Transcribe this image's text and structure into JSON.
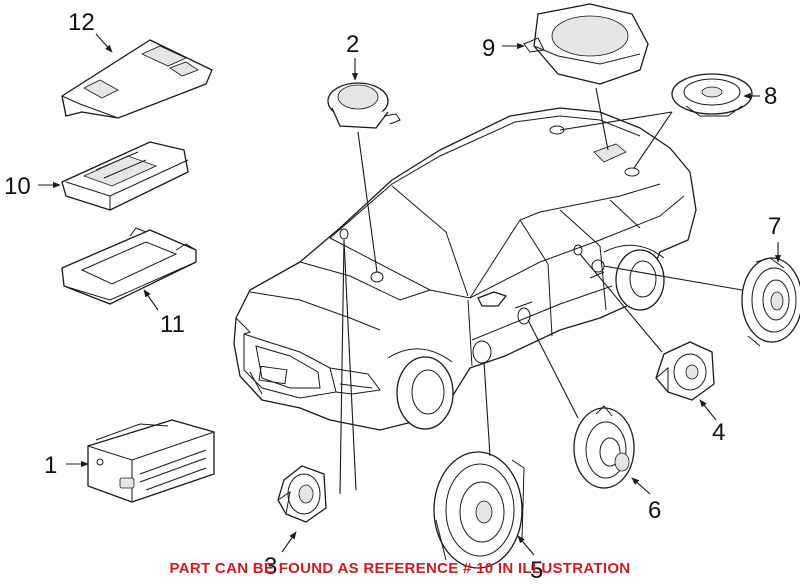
{
  "callouts": {
    "c1": "1",
    "c2": "2",
    "c3": "3",
    "c4": "4",
    "c5": "5",
    "c6": "6",
    "c7": "7",
    "c8": "8",
    "c9": "9",
    "c10": "10",
    "c11": "11",
    "c12": "12"
  },
  "footer_note": "PART CAN BE FOUND AS REFERENCE # 10 IN ILLUSTRATION",
  "colors": {
    "note": "#d7191f",
    "lines": "#1a1a1a"
  }
}
